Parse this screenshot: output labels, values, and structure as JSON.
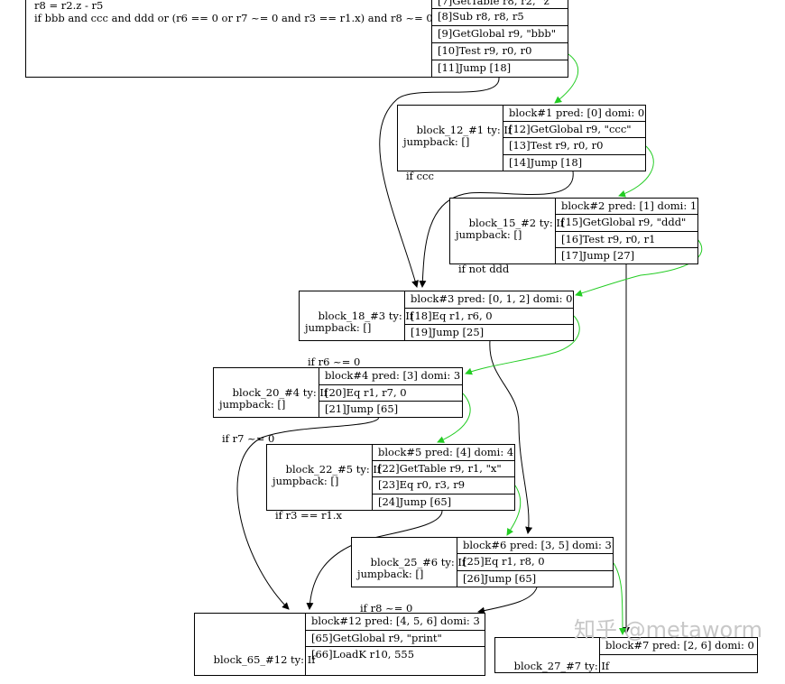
{
  "top_block": {
    "text_lines": [
      "r8 = r2.z - r5",
      "if bbb and ccc and ddd or (r6 == 0 or r7 ~= 0 and r3 == r1.x) and r8 ~= 0"
    ],
    "rows": [
      "[7]GetTable r8, r2, \"z\"",
      "[8]Sub r8, r8, r5",
      "[9]GetGlobal r9, \"bbb\"",
      "[10]Test r9, r0, r0",
      "[11]Jump [18]"
    ]
  },
  "blocks": [
    {
      "label": "block_12_#1 ty: If\njumpback: []",
      "cond": "if ccc",
      "rows": [
        "block#1 pred: [0] domi: 0",
        "[12]GetGlobal r9, \"ccc\"",
        "[13]Test r9, r0, r0",
        "[14]Jump [18]"
      ]
    },
    {
      "label": "block_15_#2 ty: If\njumpback: []",
      "cond": "if not ddd",
      "rows": [
        "block#2 pred: [1] domi: 1",
        "[15]GetGlobal r9, \"ddd\"",
        "[16]Test r9, r0, r1",
        "[17]Jump [27]"
      ]
    },
    {
      "label": "block_18_#3 ty: If\njumpback: []",
      "cond": "if r6 ~= 0",
      "rows": [
        "block#3 pred: [0, 1, 2] domi: 0",
        "[18]Eq r1, r6, 0",
        "[19]Jump [25]"
      ]
    },
    {
      "label": "block_20_#4 ty: If\njumpback: []",
      "cond": "if r7 ~= 0",
      "rows": [
        "block#4 pred: [3] domi: 3",
        "[20]Eq r1, r7, 0",
        "[21]Jump [65]"
      ]
    },
    {
      "label": "block_22_#5 ty: If\njumpback: []",
      "cond": "if r3 == r1.x",
      "rows": [
        "block#5 pred: [4] domi: 4",
        "[22]GetTable r9, r1, \"x\"",
        "[23]Eq r0, r3, r9",
        "[24]Jump [65]"
      ]
    },
    {
      "label": "block_25_#6 ty: If\njumpback: []",
      "cond": "if r8 ~= 0",
      "rows": [
        "block#6 pred: [3, 5] domi: 3",
        "[25]Eq r1, r8, 0",
        "[26]Jump [65]"
      ]
    },
    {
      "label": "block_65_#12 ty: If",
      "cond": "",
      "rows": [
        "block#12 pred: [4, 5, 6] domi: 3",
        "[65]GetGlobal r9, \"print\"",
        "[66]LoadK r10, 555"
      ]
    },
    {
      "label": "block_27_#7 ty: If",
      "cond": "",
      "rows": [
        "block#7 pred: [2, 6] domi: 0"
      ]
    }
  ],
  "colors": {
    "true_edge": "#22cc22",
    "false_edge": "#000000",
    "border": "#000000"
  },
  "watermark": "知乎 @metaworm"
}
